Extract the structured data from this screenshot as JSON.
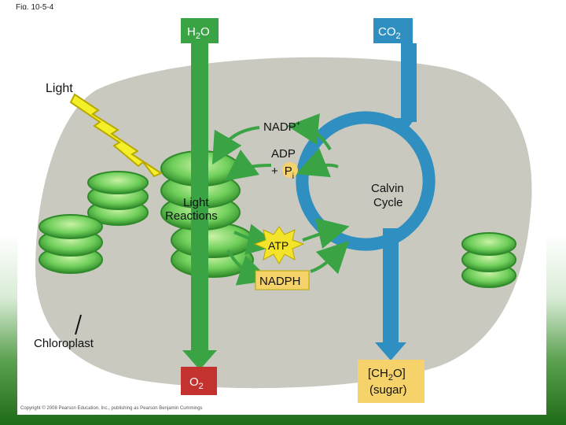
{
  "figure_label": "Fig. 10-5-4",
  "copyright": "Copyright © 2008 Pearson Education, Inc., publishing as Pearson Benjamin Cummings",
  "inputs": {
    "water": {
      "base": "H",
      "sub": "2",
      "tail": "O"
    },
    "co2": {
      "base": "CO",
      "sub": "2"
    }
  },
  "light_label": "Light",
  "nadp_label": {
    "base": "NADP",
    "sup": "+"
  },
  "adp_label": "ADP",
  "pi_label": {
    "plus": "+",
    "base": "P",
    "sub": "i"
  },
  "light_reactions_label": [
    "Light",
    "Reactions"
  ],
  "calvin_label": [
    "Calvin",
    "Cycle"
  ],
  "atp_label": "ATP",
  "nadph_label": "NADPH",
  "chloroplast_label": "Chloroplast",
  "o2_label": {
    "base": "O",
    "sub": "2"
  },
  "sugar_label": {
    "line1_base": "[CH",
    "line1_sub": "2",
    "line1_tail": "O]",
    "line2": "(sugar)"
  },
  "colors": {
    "chloroplast_fill": "#c9c9c0",
    "chloroplast_stroke": "#ffffff",
    "green_arrow": "#3aa445",
    "blue_arrow": "#2f8fc0",
    "thylakoid": "#6fcf5a",
    "lightning": "#f3f02a",
    "input_box_green": "#3aa445",
    "input_box_blue": "#2f8fc0",
    "label_box": "#f5d36a",
    "atp_star": "#f3e32a"
  }
}
